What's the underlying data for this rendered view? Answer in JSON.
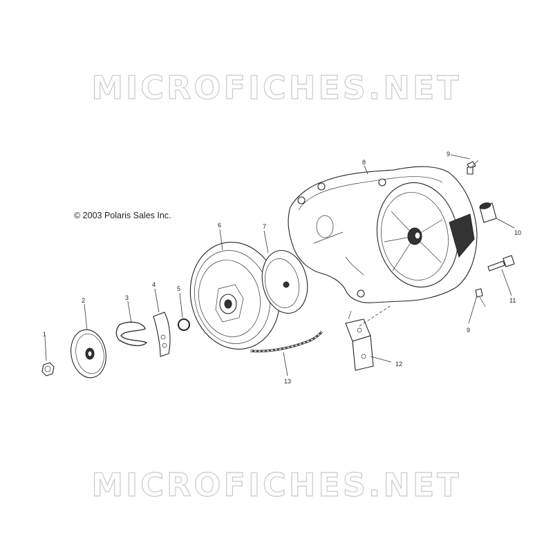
{
  "watermark": {
    "text": "MICROFICHES.NET"
  },
  "copyright": "© 2003 Polaris Sales Inc.",
  "callouts": {
    "c1": "1",
    "c2": "2",
    "c3": "3",
    "c4": "4",
    "c5": "5",
    "c6": "6",
    "c7": "7",
    "c8": "8",
    "c9a": "9",
    "c9b": "9",
    "c10": "10",
    "c11": "11",
    "c12": "12",
    "c13": "13"
  }
}
